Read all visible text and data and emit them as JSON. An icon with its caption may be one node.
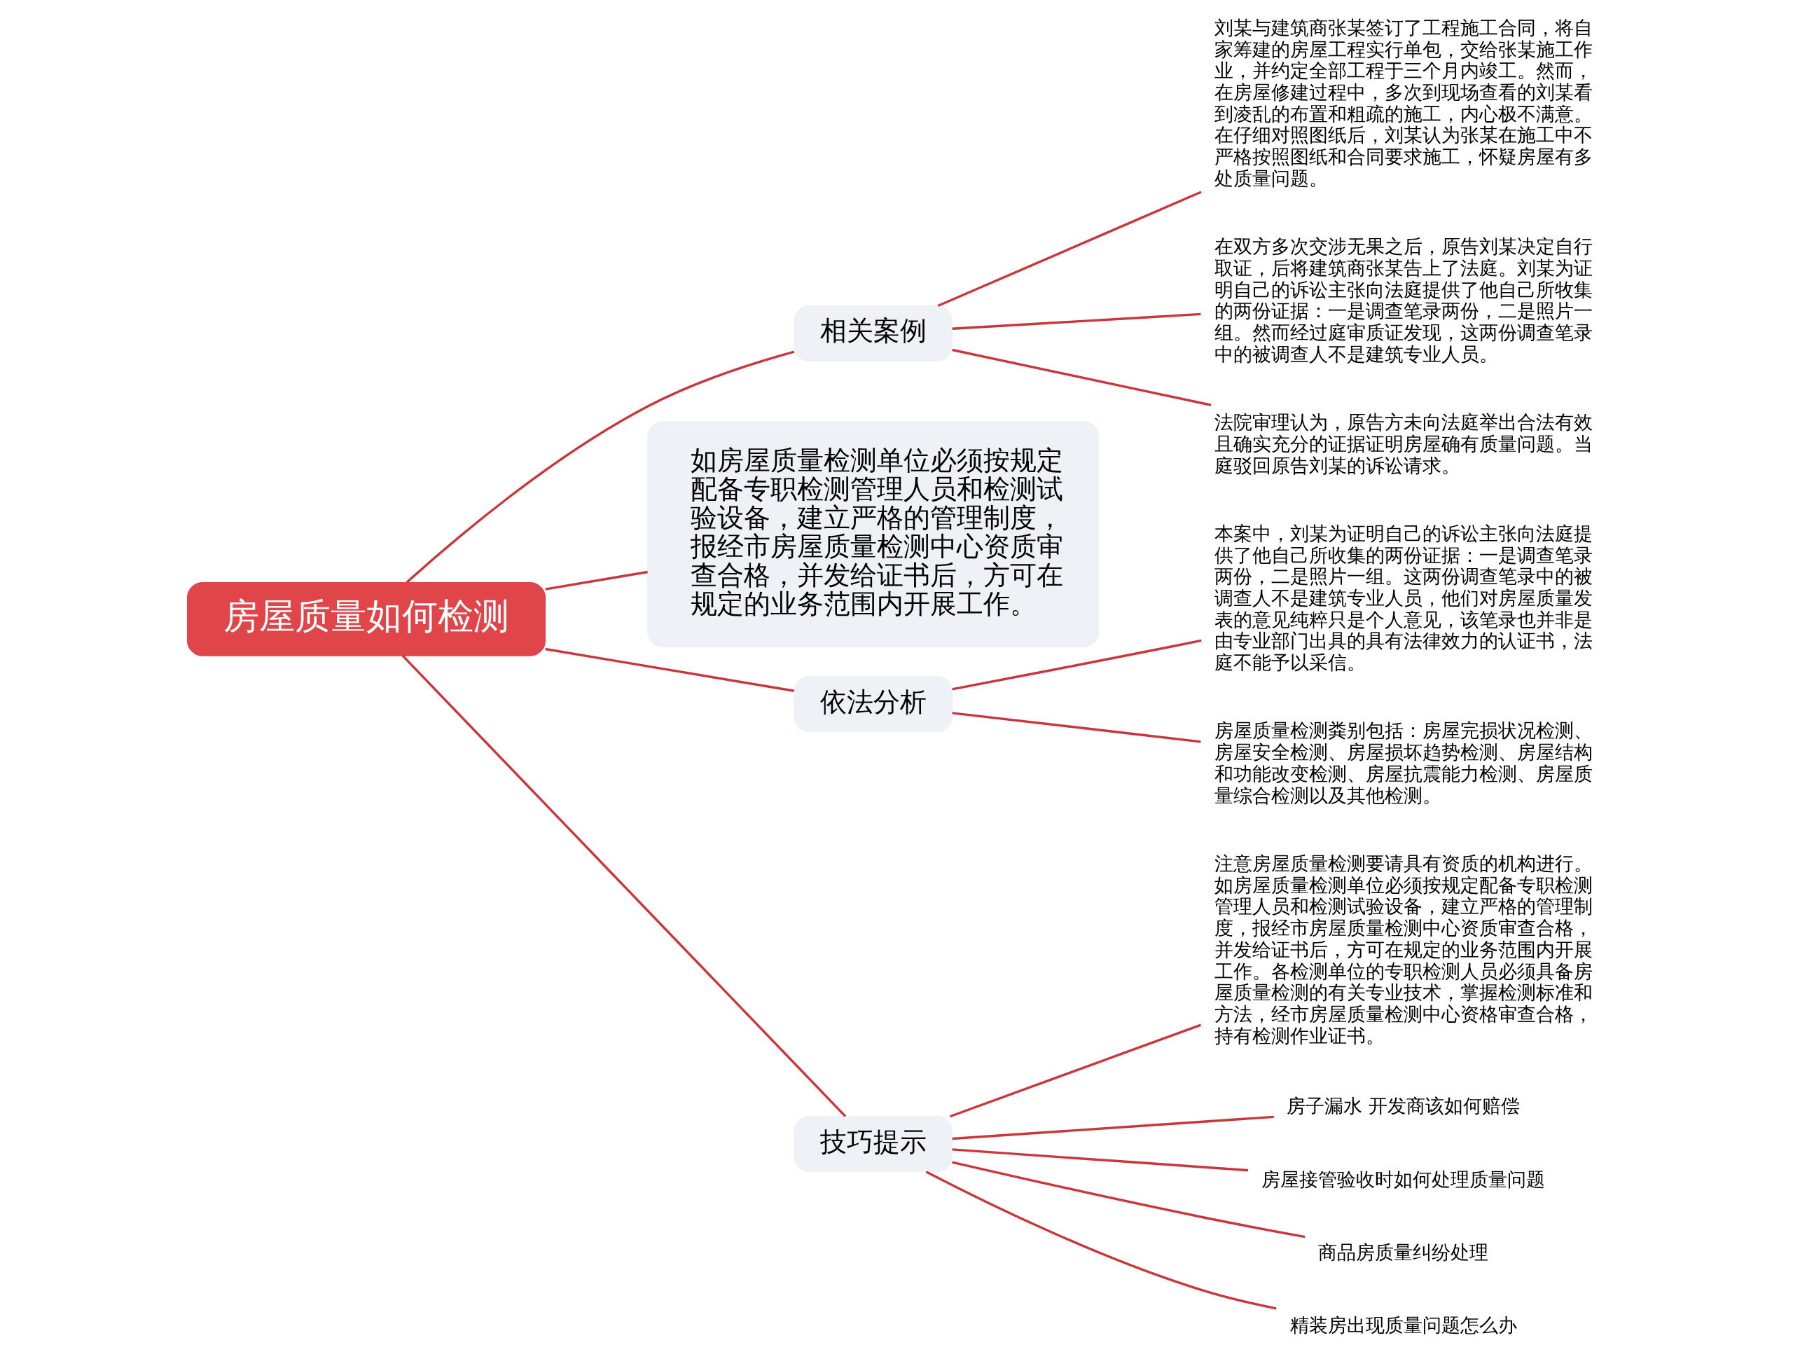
{
  "diagram": {
    "nodes": [
      {
        "text": [
          "房屋质量如何检测"
        ]
      },
      {
        "text": [
          "相关案例"
        ]
      },
      {
        "text": [
          "刘某与建筑商张某签订了工程施工合同，将自家筹建的房屋工程实行单包，交给张某施工作业，并约定全部工程于三个月内竣工。然而，在房屋修建过程中，多次到现场查看的刘某看到凌乱的布置和粗疏的施工，内心极不满意。在仔细对照图纸后，刘某认为张某在施工中不严格按照图纸和合同要求施工，怀疑房屋有多处质量问题。"
        ]
      },
      {
        "text": [
          "在双方多次交涉无果之后，原告刘某决定自行取证，后将建筑商张某告上了法庭。刘某为证明自己的诉讼主张向法庭提供了他自己所牧集的两份证据：一是调查笔录两份，二是照片一组。然而经过庭审质证发现，这两份调查笔录中的被调查人不是建筑专业人员。"
        ]
      },
      {
        "text": [
          "法院审理认为，原告方未向法庭举出合法有效且确实充分的证据证明房屋确有质量问题。当庭驳回原告刘某的诉讼请求。"
        ]
      },
      {
        "text": [
          "如房屋质量检测单位必须按规定配备专职检测管理人员和检测试验设备，建立严格的管理制度，报经市房屋质量检测中心资质审查合格，并发给证书后，方可在规定的业务范围内开展工作。"
        ]
      },
      {
        "text": [
          "依法分析"
        ]
      },
      {
        "text": [
          "本案中，刘某为证明自己的诉讼主张向法庭提供了他自己所收集的两份证据：一是调查笔录两份，二是照片一组。这两份调查笔录中的被调查人不是建筑专业人员，他们对房屋质量发表的意见纯粹只是个人意见，该笔录也并非是由专业部门出具的具有法律效力的认证书，法庭不能予以采信。"
        ]
      },
      {
        "text": [
          "房屋质量检测粪别包括：房屋完损状况检测、房屋安全检测、房屋损坏趋势检测、房屋结构和功能改变检测、房屋抗震能力检测、房屋质量综合检测以及其他检测。"
        ]
      },
      {
        "text": [
          "技巧提示"
        ]
      },
      {
        "text": [
          "注意房屋质量检测要请具有资质的机构进行。如房屋质量检测单位必须按规定配备专职检测管理人员和检测试验设备，建立严格的管理制度，报经市房屋质量检测中心资质审查合格，并发给证书后，方可在规定的业务范围内开展工作。各检测单位的专职检测人员必须具备房屋质量检测的有关专业技术，掌握检测标准和方法，经市房屋质量检测中心资格审查合格，持有检测作业证书。"
        ]
      },
      {
        "text": [
          "房子漏水 开发商该如何赔偿"
        ]
      },
      {
        "text": [
          "房屋接管验收时如何处理质量问题"
        ]
      },
      {
        "text": [
          "商品房质量纠纷处理"
        ]
      },
      {
        "text": [
          "精装房出现质量问题怎么办"
        ]
      }
    ],
    "edges": [
      {
        "from": 0,
        "to": 1,
        "arrow": "none"
      },
      {
        "from": 1,
        "to": 2,
        "arrow": "none"
      },
      {
        "from": 1,
        "to": 3,
        "arrow": "none"
      },
      {
        "from": 1,
        "to": 4,
        "arrow": "none"
      },
      {
        "from": 0,
        "to": 5,
        "arrow": "none"
      },
      {
        "from": 0,
        "to": 6,
        "arrow": "none"
      },
      {
        "from": 6,
        "to": 7,
        "arrow": "none"
      },
      {
        "from": 6,
        "to": 8,
        "arrow": "none"
      },
      {
        "from": 0,
        "to": 9,
        "arrow": "none"
      },
      {
        "from": 9,
        "to": 10,
        "arrow": "none"
      },
      {
        "from": 9,
        "to": 11,
        "arrow": "none"
      },
      {
        "from": 9,
        "to": 12,
        "arrow": "none"
      },
      {
        "from": 9,
        "to": 13,
        "arrow": "none"
      },
      {
        "from": 9,
        "to": 14,
        "arrow": "none"
      }
    ]
  }
}
